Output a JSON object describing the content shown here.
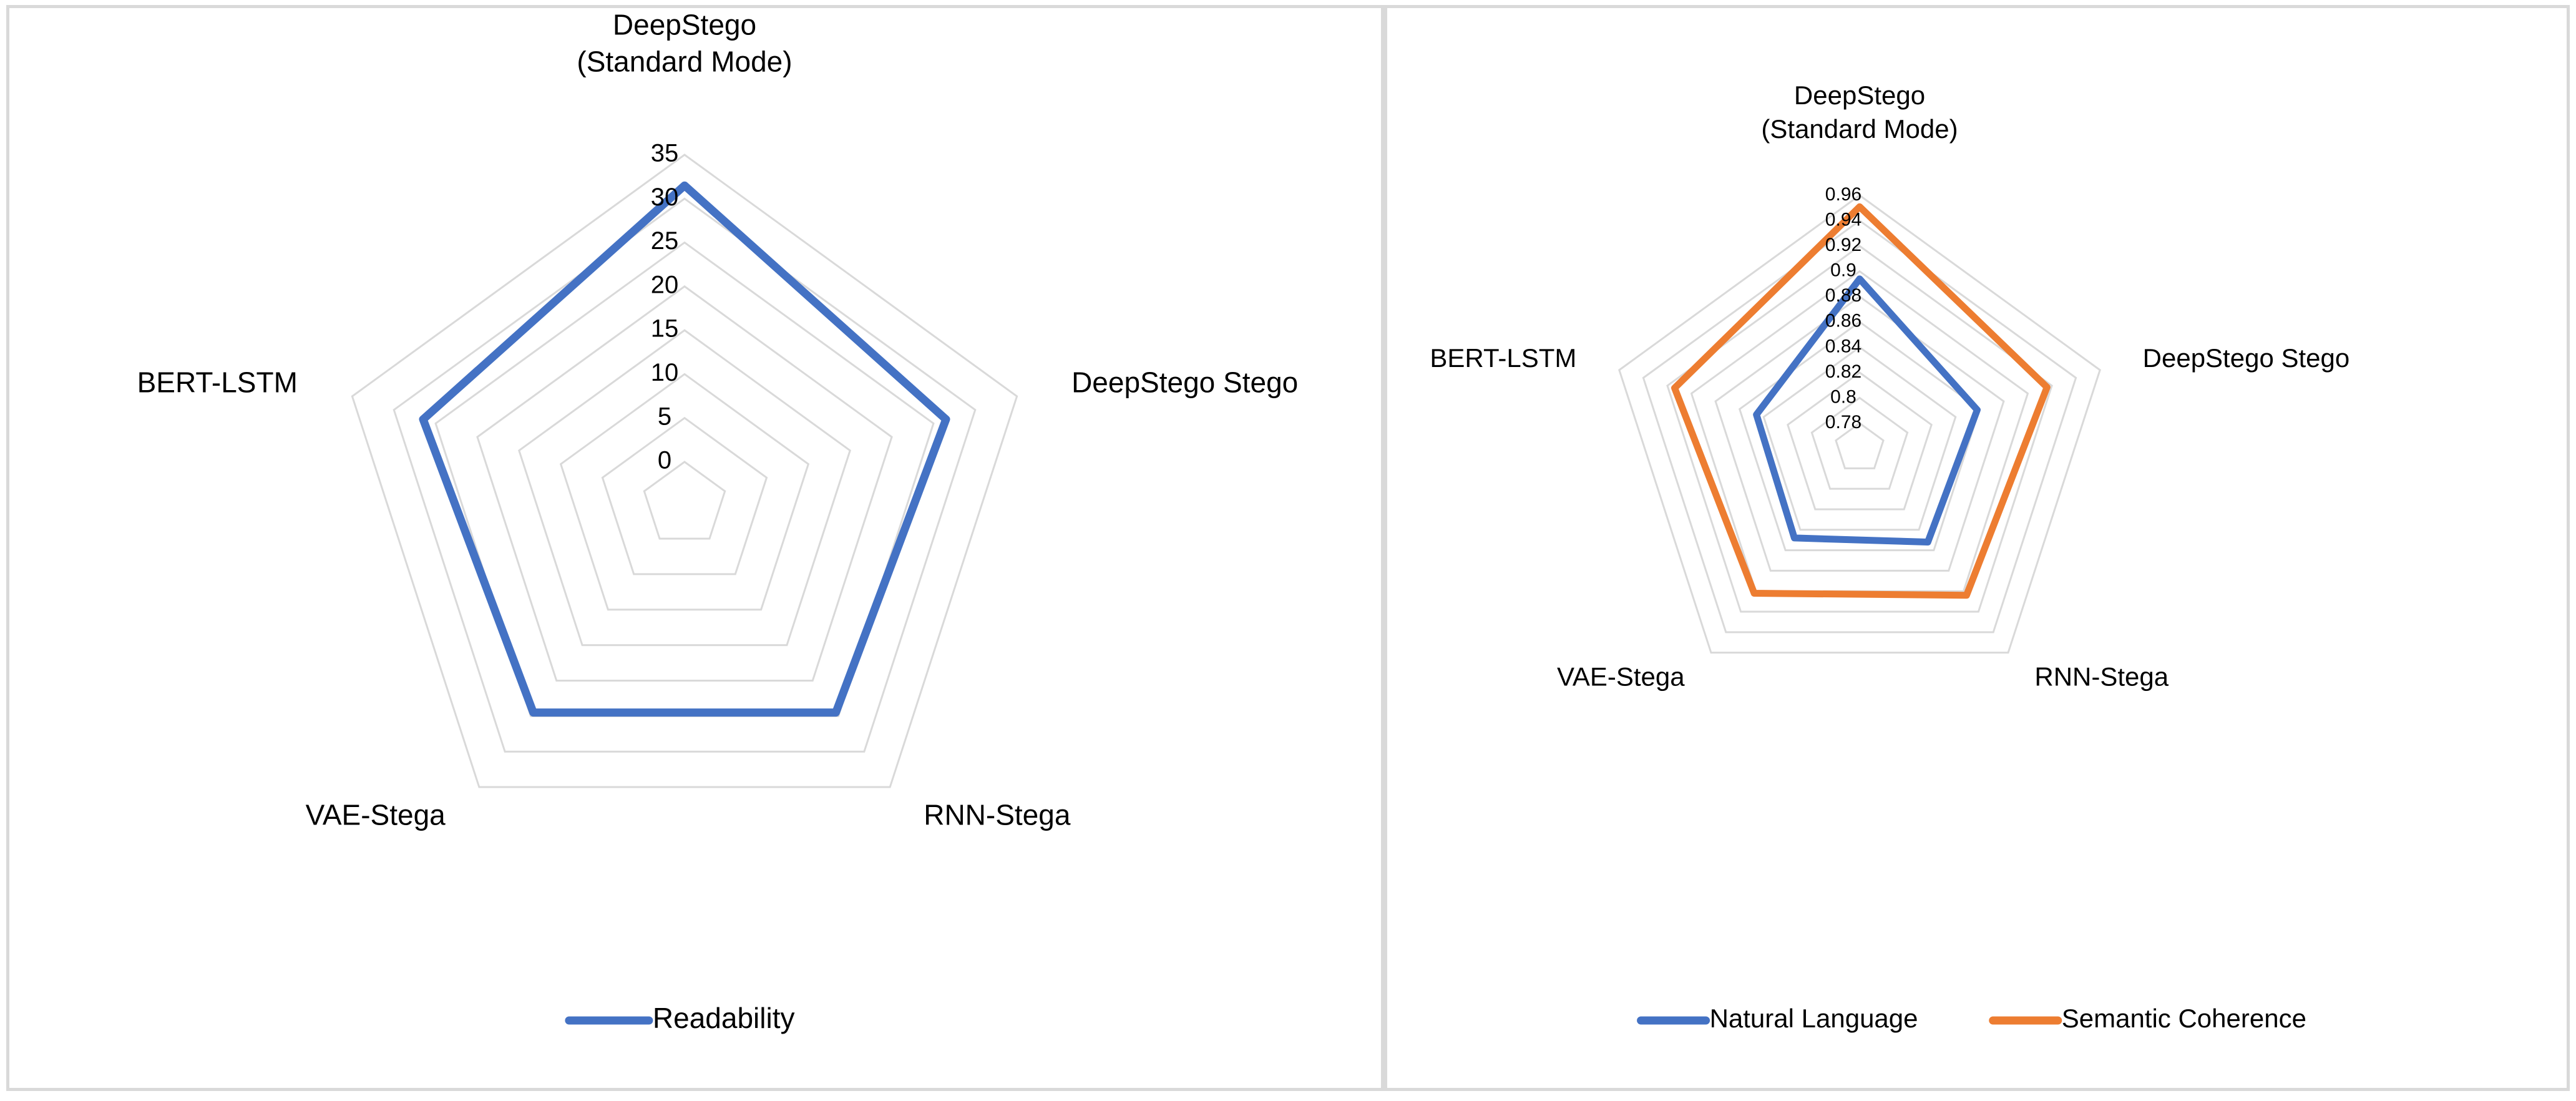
{
  "figure": {
    "background_color": "#ffffff",
    "panel_border_color": "#d9d9d9",
    "gridline_color": "#d9d9d9",
    "text_color": "#000000"
  },
  "colors": {
    "blue": "#4472C4",
    "orange": "#ED7D31"
  },
  "chart_data": [
    {
      "id": "left",
      "type": "radar",
      "title": "",
      "categories": [
        "DeepStego\n(Standard Mode)",
        "DeepStego Stego",
        "RNN-Stega",
        "VAE-Stega",
        "BERT-LSTM"
      ],
      "category_labels": [
        [
          "DeepStego",
          "(Standard Mode)"
        ],
        [
          "DeepStego Stego"
        ],
        [
          "RNN-Stega"
        ],
        [
          "VAE-Stega"
        ],
        [
          "BERT-LSTM"
        ]
      ],
      "tick_labels": [
        "0",
        "5",
        "10",
        "15",
        "20",
        "25",
        "30",
        "35"
      ],
      "tick_values": [
        0,
        5,
        10,
        15,
        20,
        25,
        30,
        35
      ],
      "rlim": [
        0,
        35
      ],
      "grid": true,
      "legend_position": "bottom",
      "series": [
        {
          "name": "Readability",
          "color": "#4472C4",
          "values": [
            31.5,
            26.5,
            24.5,
            24.5,
            26.5
          ]
        }
      ]
    },
    {
      "id": "right",
      "type": "radar",
      "title": "",
      "categories": [
        "DeepStego\n(Standard Mode)",
        "DeepStego Stego",
        "RNN-Stega",
        "VAE-Stega",
        "BERT-LSTM"
      ],
      "category_labels": [
        [
          "DeepStego",
          "(Standard Mode)"
        ],
        [
          "DeepStego Stego"
        ],
        [
          "RNN-Stega"
        ],
        [
          "VAE-Stega"
        ],
        [
          "BERT-LSTM"
        ]
      ],
      "tick_labels": [
        "0.78",
        "0.8",
        "0.82",
        "0.84",
        "0.86",
        "0.88",
        "0.9",
        "0.92",
        "0.94",
        "0.96"
      ],
      "tick_values": [
        0.78,
        0.8,
        0.82,
        0.84,
        0.86,
        0.88,
        0.9,
        0.92,
        0.94,
        0.96
      ],
      "rlim": [
        0.78,
        0.96
      ],
      "grid": true,
      "legend_position": "bottom",
      "series": [
        {
          "name": "Natural Language",
          "color": "#4472C4",
          "values": [
            0.894,
            0.858,
            0.852,
            0.848,
            0.846
          ]
        },
        {
          "name": "Semantic Coherence",
          "color": "#ED7D31",
          "values": [
            0.951,
            0.916,
            0.904,
            0.902,
            0.914
          ]
        }
      ]
    }
  ]
}
